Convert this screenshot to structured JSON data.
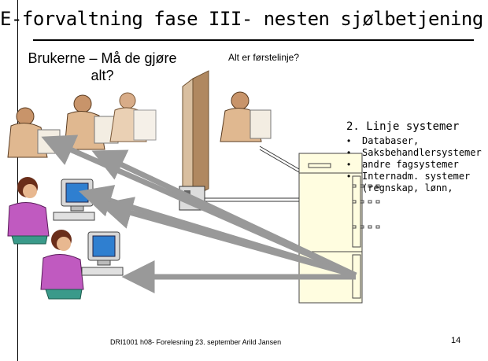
{
  "slide": {
    "title": "E-forvaltning fase III- nesten sjølbetjening ?",
    "users_heading": "Brukerne – Må de gjøre alt?",
    "first_line_label": "Alt er førstelinje?",
    "second_line": {
      "title": "2. Linje systemer",
      "items": [
        "Databaser,",
        "Saksbehandlersystemer",
        "andre fagsystemer",
        "Internadm. systemer (regnskap, lønn,"
      ]
    },
    "footer": "DRI1001 h08- Forelesning 23. september  Arild Jansen",
    "page_number": "14"
  },
  "colors": {
    "arrow": "#999999",
    "person_skin": "#c8946a",
    "woman_shirt": "#c05ac0",
    "monitor_screen": "#2f7fd0",
    "server": "#fffde0"
  }
}
